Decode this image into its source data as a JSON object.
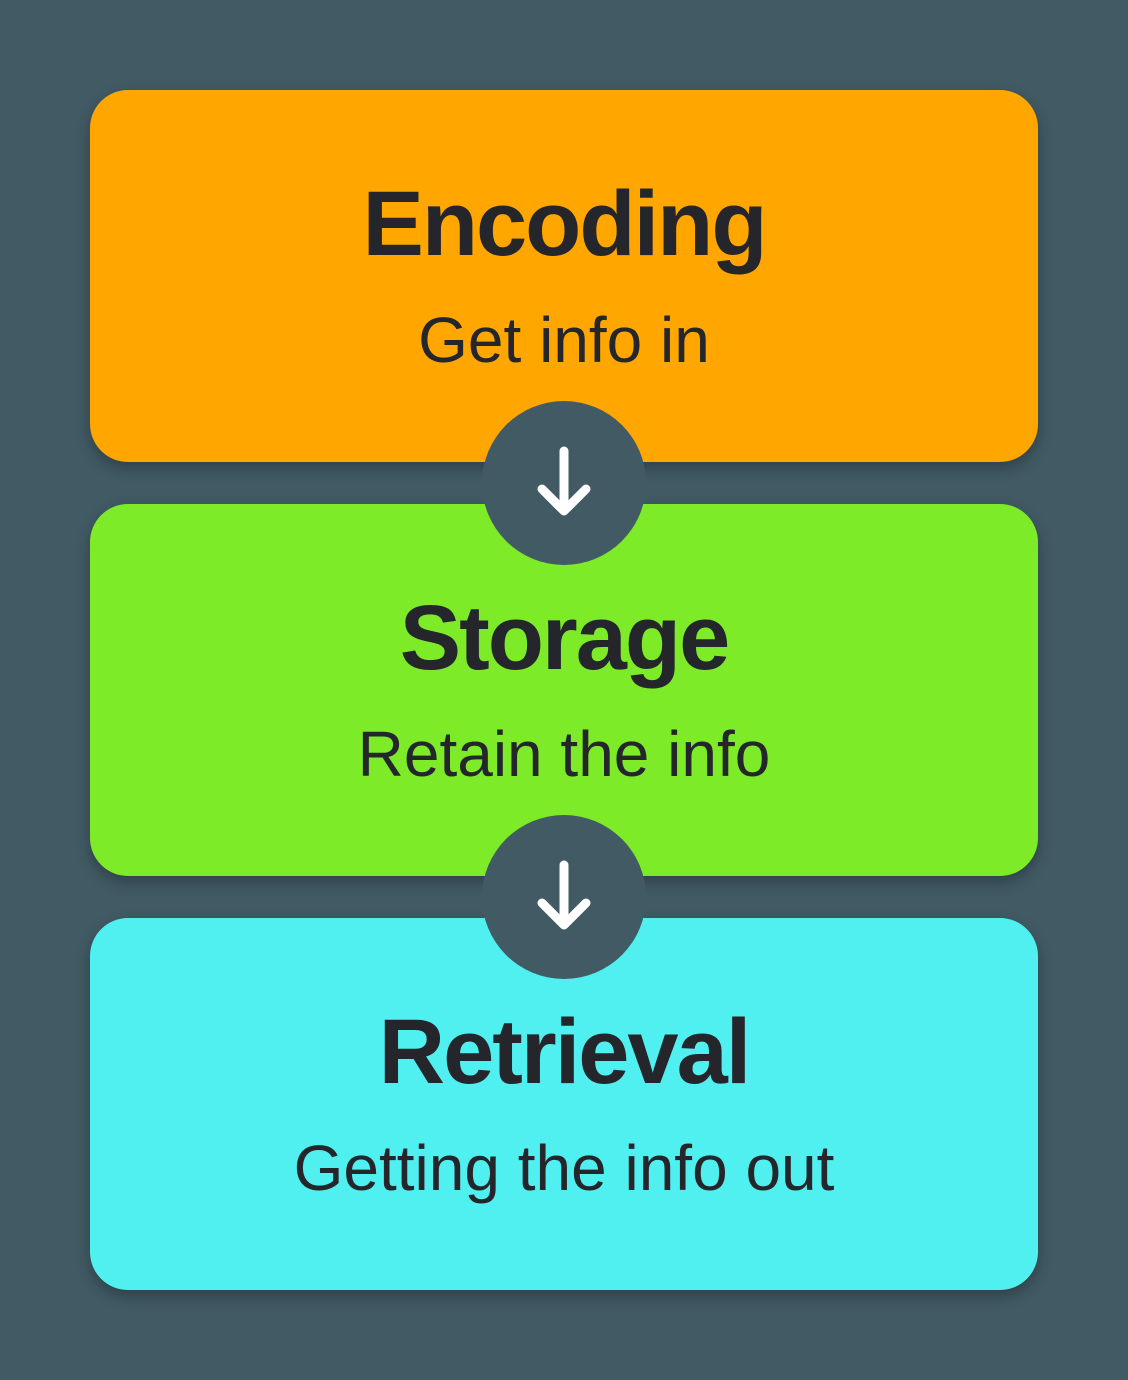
{
  "background_color": "#415a64",
  "stages": [
    {
      "title": "Encoding",
      "subtitle": "Get info in",
      "color": "#ffa700"
    },
    {
      "title": "Storage",
      "subtitle": "Retain the info",
      "color": "#7deb28"
    },
    {
      "title": "Retrieval",
      "subtitle": "Getting the info out",
      "color": "#51f0f0"
    }
  ],
  "connectors": [
    {
      "icon": "arrow-down-icon",
      "color": "#ffffff"
    },
    {
      "icon": "arrow-down-icon",
      "color": "#ffffff"
    }
  ]
}
